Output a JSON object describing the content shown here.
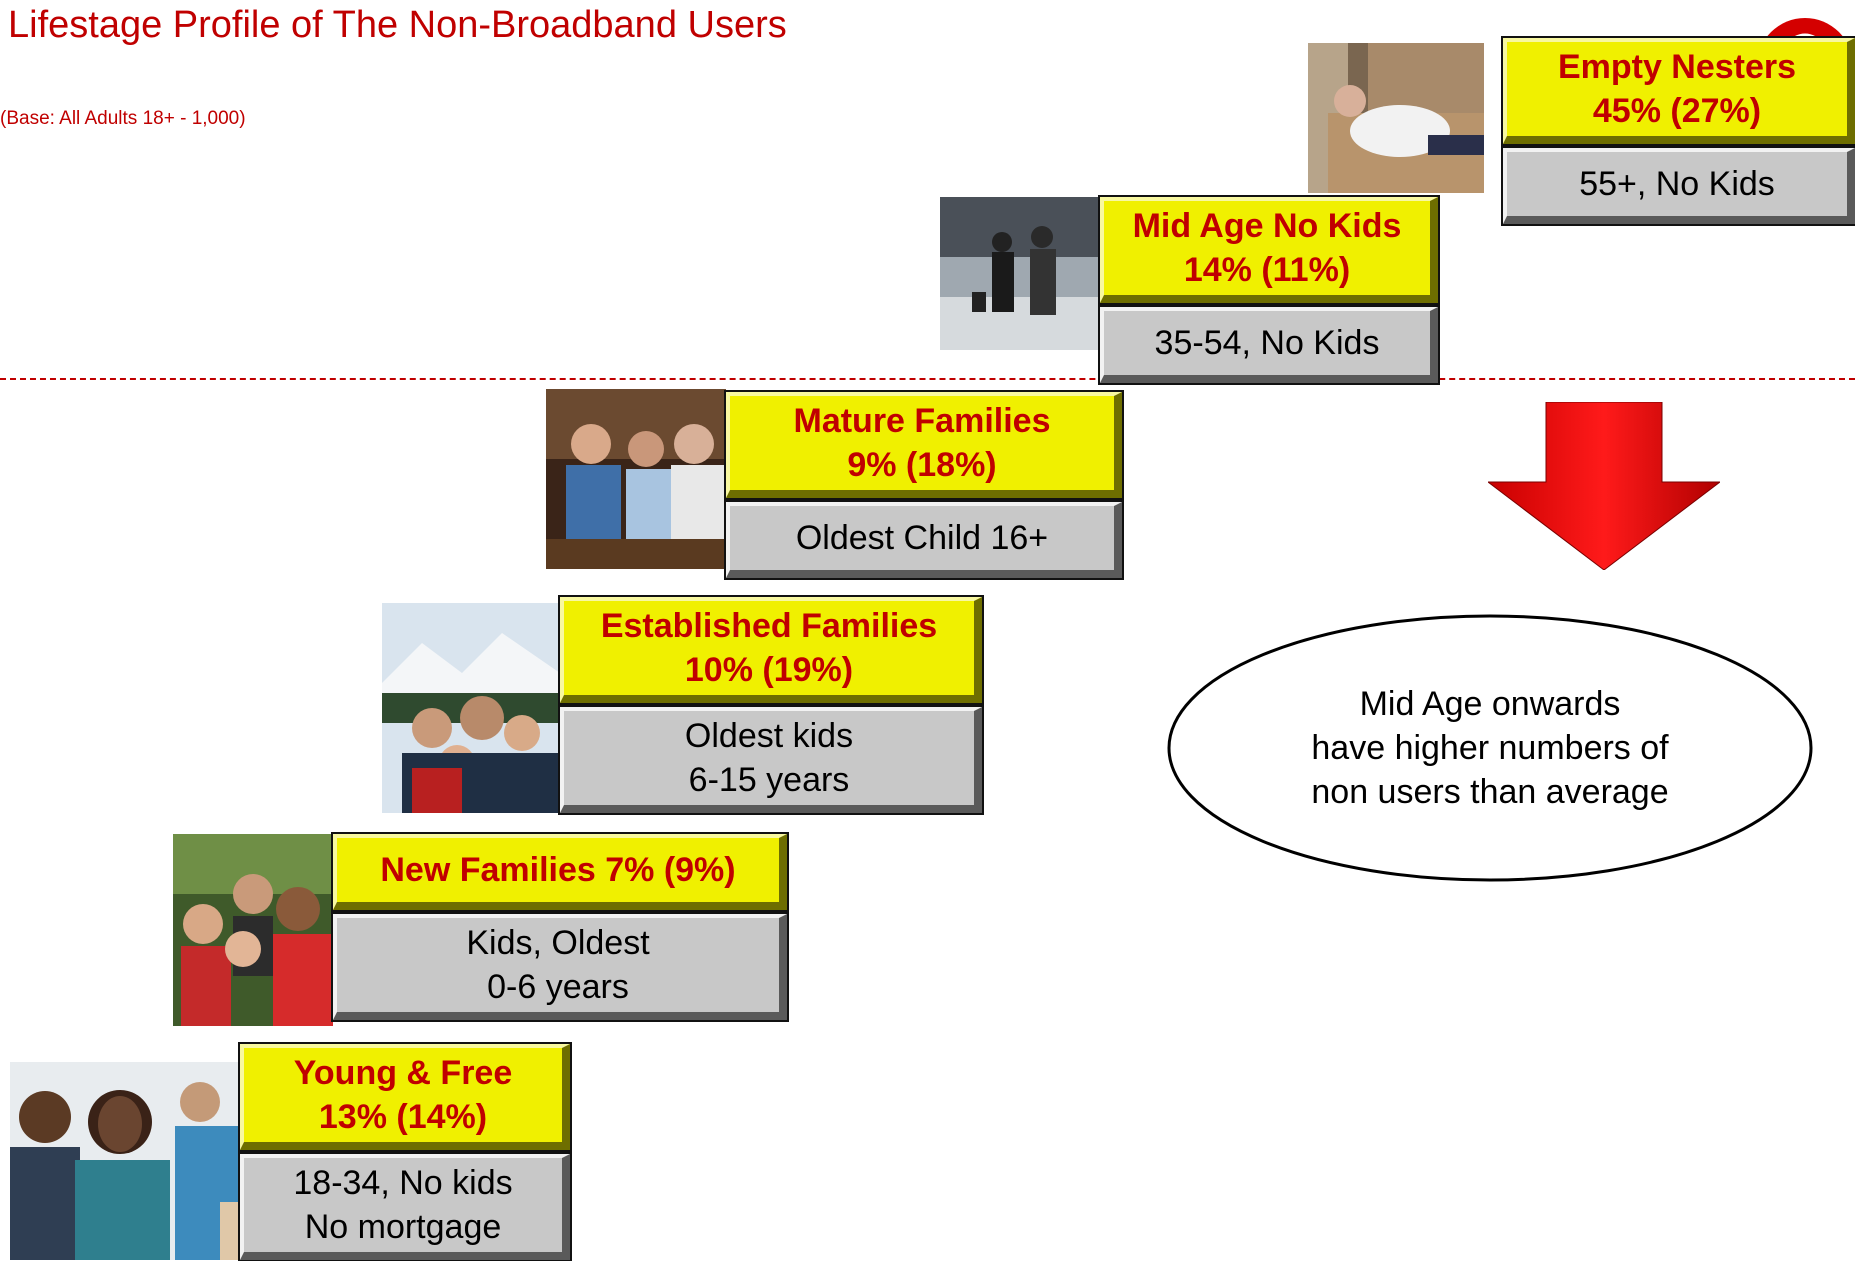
{
  "header": {
    "title": "Lifestage Profile of The Non-Broadband Users",
    "subtitle": "(Base: All Adults 18+ - 1,000)"
  },
  "stages": [
    {
      "id": "young-free",
      "name_line": "Young & Free\n13% (14%)",
      "percent": 13,
      "avg_percent": 14,
      "description": "18-34, No kids\nNo mortgage"
    },
    {
      "id": "new-families",
      "name_line": "New Families 7% (9%)",
      "percent": 7,
      "avg_percent": 9,
      "description": "Kids, Oldest\n0-6 years"
    },
    {
      "id": "established-families",
      "name_line": "Established Families\n10% (19%)",
      "percent": 10,
      "avg_percent": 19,
      "description": "Oldest kids\n6-15 years"
    },
    {
      "id": "mature-families",
      "name_line": "Mature Families\n9% (18%)",
      "percent": 9,
      "avg_percent": 18,
      "description": "Oldest Child 16+"
    },
    {
      "id": "mid-age-no-kids",
      "name_line": "Mid Age No Kids\n14% (11%)",
      "percent": 14,
      "avg_percent": 11,
      "description": "35-54, No Kids"
    },
    {
      "id": "empty-nesters",
      "name_line": "Empty Nesters\n45% (27%)",
      "percent": 45,
      "avg_percent": 27,
      "description": "55+, No Kids"
    }
  ],
  "callout": {
    "text": "Mid Age onwards\nhave higher numbers of\nnon users than average"
  },
  "colors": {
    "accent_red": "#c00000",
    "label_yellow": "#f0f000",
    "desc_gray": "#c8c8c8",
    "arrow_red": "#e00000"
  },
  "icons": {
    "arrow": "down-arrow-icon",
    "logo": "brand-logo-icon"
  }
}
